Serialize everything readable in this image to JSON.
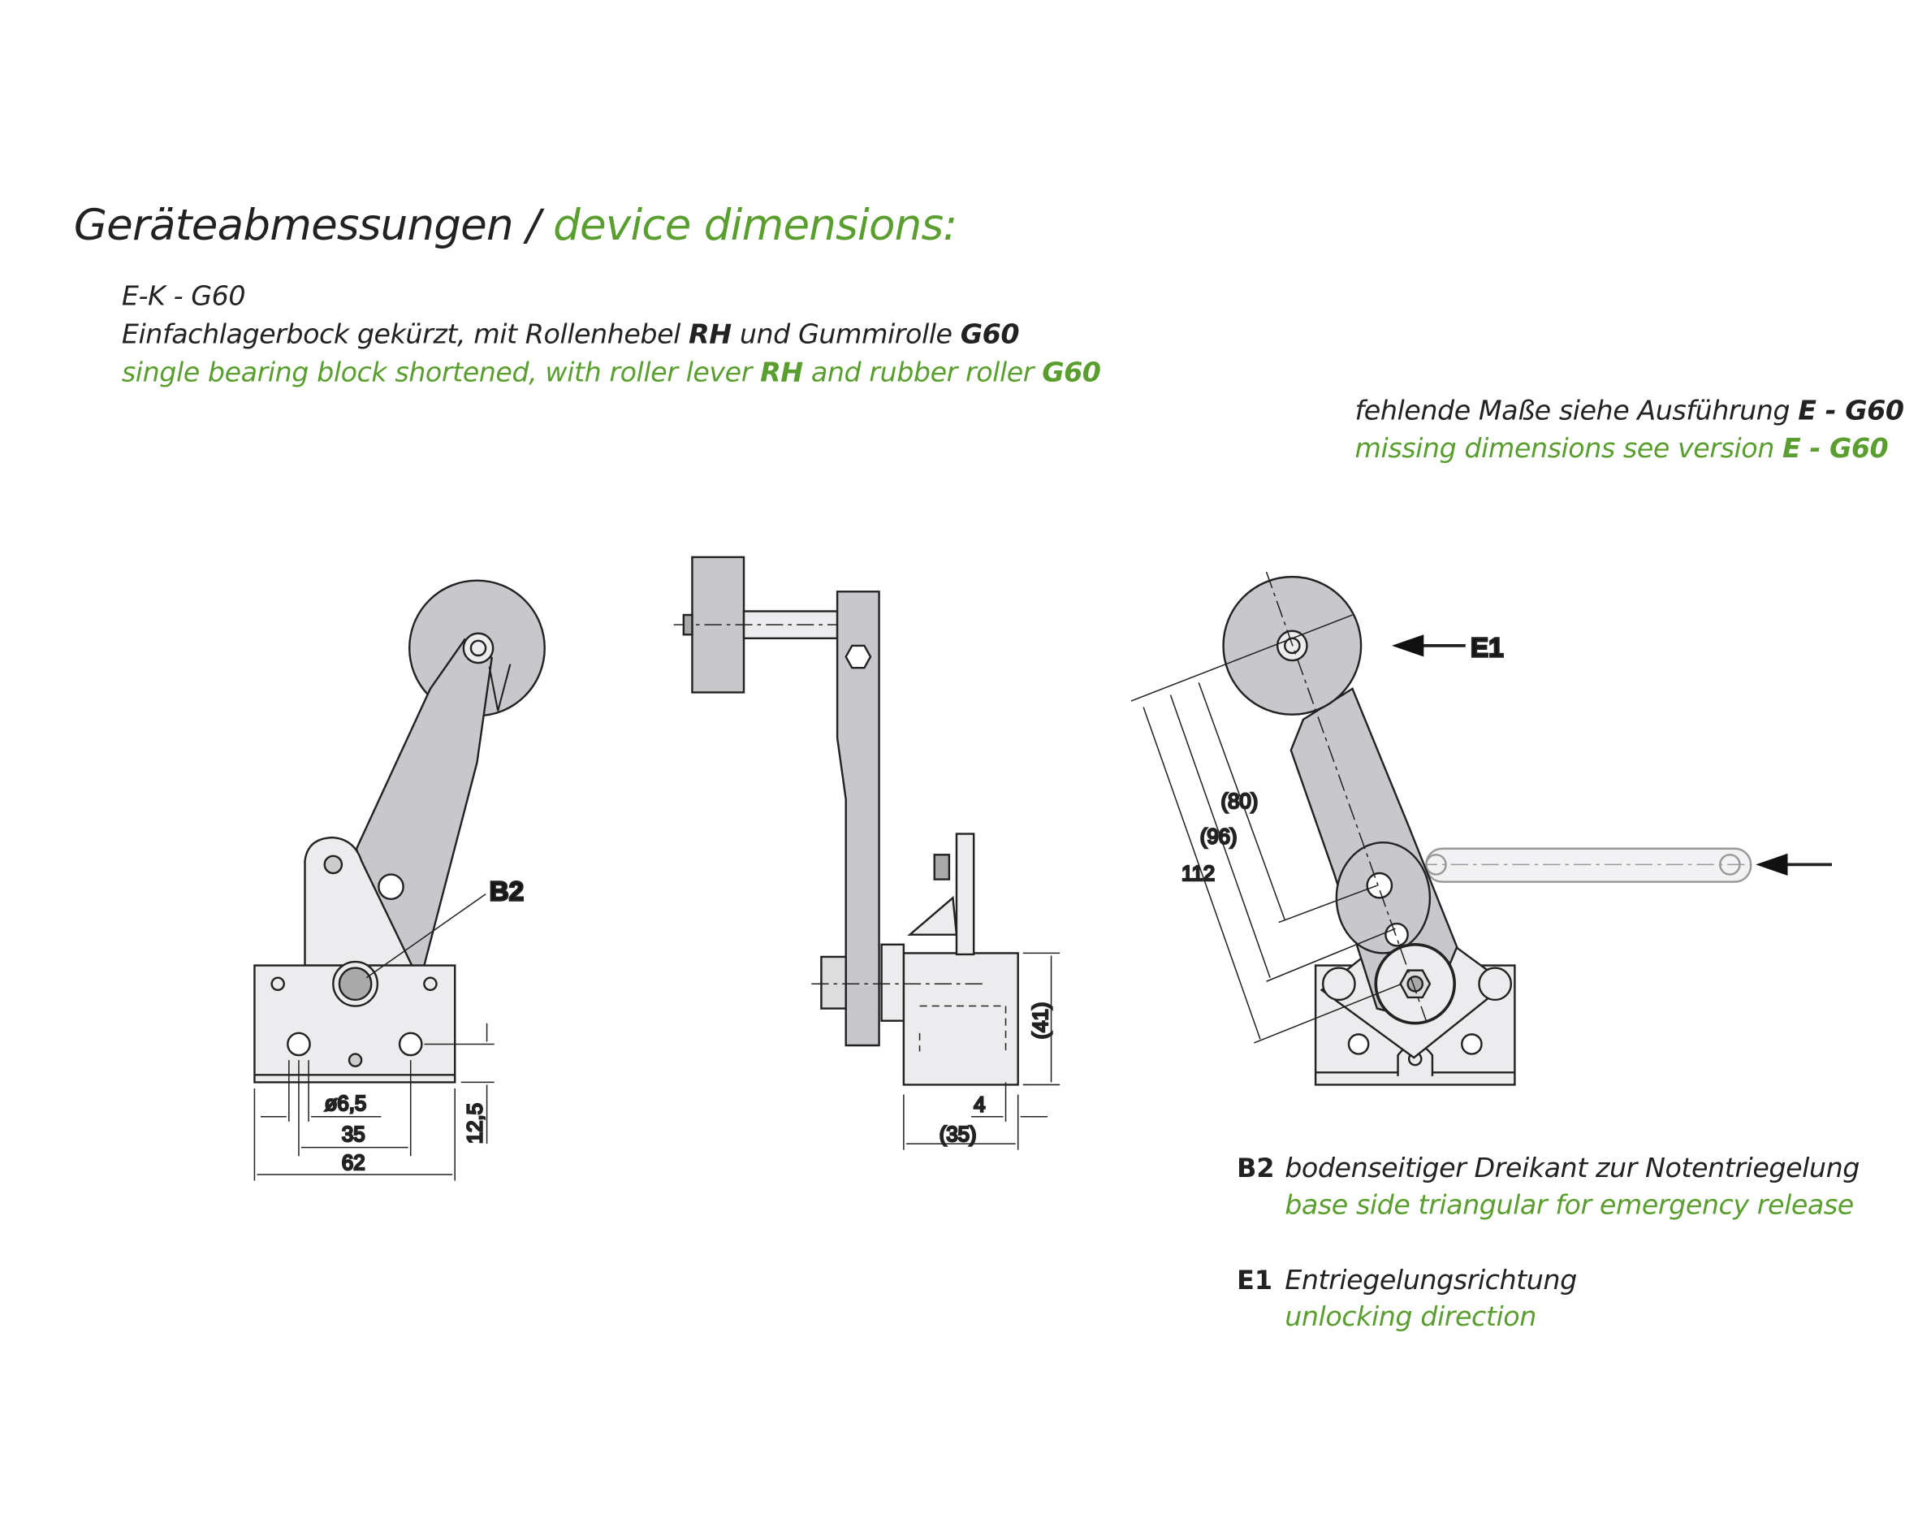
{
  "title": {
    "de": "Geräteabmessungen",
    "sep": " / ",
    "en": "device dimensions:"
  },
  "model": "E-K - G60",
  "desc_de": {
    "a": "Einfachlagerbock gekürzt, mit Rollenhebel ",
    "b": "RH",
    "c": " und Gummirolle ",
    "d": "G60"
  },
  "desc_en": {
    "a": "single bearing block shortened, with roller lever ",
    "b": "RH",
    "c": " and rubber roller ",
    "d": "G60"
  },
  "note_de": {
    "a": "fehlende Maße siehe Ausführung ",
    "b": "E - G60"
  },
  "note_en": {
    "a": "missing dimensions see version ",
    "b": "E - G60"
  },
  "drawing": {
    "callout_b2": "B2",
    "callout_e1": "E1",
    "dims_front": {
      "hole": "ø6,5",
      "hole_spacing": "35",
      "width": "62",
      "height": "12,5"
    },
    "dims_side": {
      "height": "(41)",
      "offset": "4",
      "depth": "(35)"
    },
    "dims_lever": {
      "r80": "(80)",
      "r96": "(96)",
      "r112": "112"
    }
  },
  "legend": [
    {
      "key": "B2",
      "de": "bodenseitiger Dreikant zur Notentriegelung",
      "en": "base side triangular for emergency release"
    },
    {
      "key": "E1",
      "de": "Entriegelungsrichtung",
      "en": "unlocking direction"
    }
  ],
  "colors": {
    "accent": "#5a9e2f",
    "part": "#c8c8cc",
    "light": "#ececee"
  }
}
